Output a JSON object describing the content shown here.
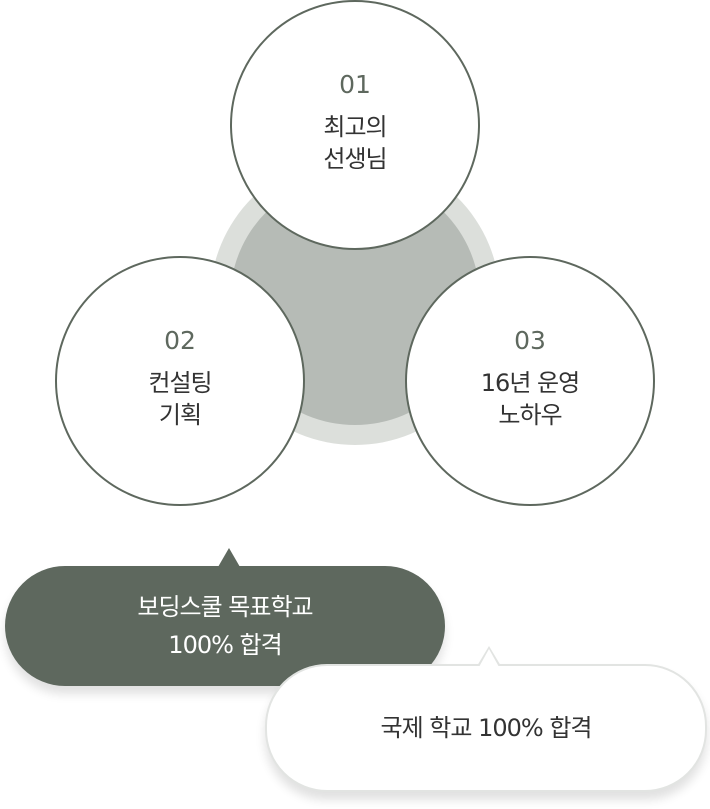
{
  "colors": {
    "accent": "#5e685e",
    "hub_outer": "#dcdfdb",
    "hub_inner": "#b6bbb6"
  },
  "items": [
    {
      "number": "01",
      "line1": "최고의",
      "line2": "선생님"
    },
    {
      "number": "02",
      "line1": "컨설팅",
      "line2": "기획"
    },
    {
      "number": "03",
      "line1": "16년 운영",
      "line2": "노하우"
    }
  ],
  "bubbles": {
    "boarding": {
      "line1": "보딩스쿨 목표학교",
      "line2": "100% 합격"
    },
    "international": "국제 학교 100% 합격"
  }
}
